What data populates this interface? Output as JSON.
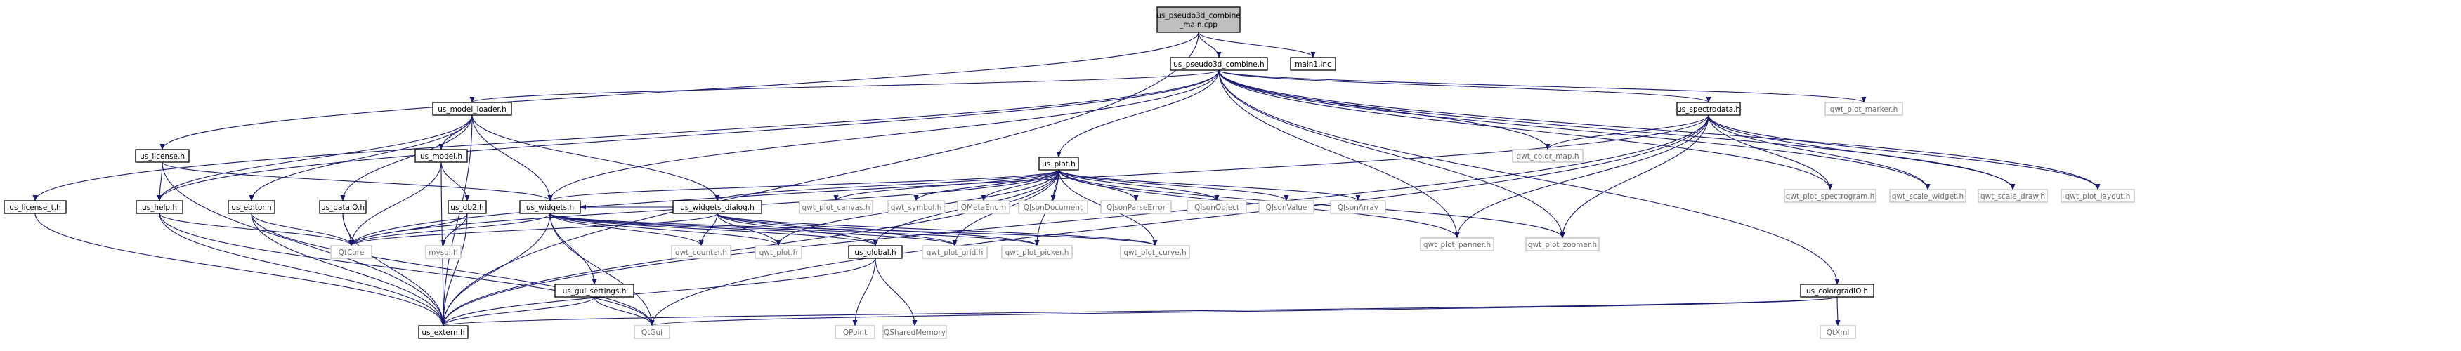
{
  "colors": {
    "edge": "#191970",
    "node_border": "#000000",
    "node_fill": "#ffffff",
    "root_fill": "#bfbfbf",
    "external_border": "#bfbfbf",
    "external_text": "#6b6b6b",
    "text": "#000000"
  },
  "nodes": [
    {
      "id": "root",
      "lines": [
        "us_pseudo3d_combine",
        "_main.cpp"
      ],
      "kind": "root"
    },
    {
      "id": "main1_inc",
      "lines": [
        "main1.inc"
      ],
      "kind": "local"
    },
    {
      "id": "combine_h",
      "lines": [
        "us_pseudo3d_combine.h"
      ],
      "kind": "local"
    },
    {
      "id": "model_loader",
      "lines": [
        "us_model_loader.h"
      ],
      "kind": "local"
    },
    {
      "id": "spectrodata",
      "lines": [
        "us_spectrodata.h"
      ],
      "kind": "local"
    },
    {
      "id": "qwt_plot_marker",
      "lines": [
        "qwt_plot_marker.h"
      ],
      "kind": "external"
    },
    {
      "id": "us_license",
      "lines": [
        "us_license.h"
      ],
      "kind": "local"
    },
    {
      "id": "us_model",
      "lines": [
        "us_model.h"
      ],
      "kind": "local"
    },
    {
      "id": "us_plot",
      "lines": [
        "us_plot.h"
      ],
      "kind": "local"
    },
    {
      "id": "qwt_color_map",
      "lines": [
        "qwt_color_map.h"
      ],
      "kind": "external"
    },
    {
      "id": "qwt_plot_spectrogram",
      "lines": [
        "qwt_plot_spectrogram.h"
      ],
      "kind": "external"
    },
    {
      "id": "qwt_scale_widget",
      "lines": [
        "qwt_scale_widget.h"
      ],
      "kind": "external"
    },
    {
      "id": "qwt_scale_draw",
      "lines": [
        "qwt_scale_draw.h"
      ],
      "kind": "external"
    },
    {
      "id": "qwt_plot_layout",
      "lines": [
        "qwt_plot_layout.h"
      ],
      "kind": "external"
    },
    {
      "id": "us_license_t",
      "lines": [
        "us_license_t.h"
      ],
      "kind": "local"
    },
    {
      "id": "us_help",
      "lines": [
        "us_help.h"
      ],
      "kind": "local"
    },
    {
      "id": "us_editor",
      "lines": [
        "us_editor.h"
      ],
      "kind": "local"
    },
    {
      "id": "us_dataIO",
      "lines": [
        "us_dataIO.h"
      ],
      "kind": "local"
    },
    {
      "id": "us_db2",
      "lines": [
        "us_db2.h"
      ],
      "kind": "local"
    },
    {
      "id": "us_widgets",
      "lines": [
        "us_widgets.h"
      ],
      "kind": "local"
    },
    {
      "id": "us_widgets_dialog",
      "lines": [
        "us_widgets_dialog.h"
      ],
      "kind": "local"
    },
    {
      "id": "qwt_plot_canvas",
      "lines": [
        "qwt_plot_canvas.h"
      ],
      "kind": "external"
    },
    {
      "id": "qwt_symbol",
      "lines": [
        "qwt_symbol.h"
      ],
      "kind": "external"
    },
    {
      "id": "QMetaEnum",
      "lines": [
        "QMetaEnum"
      ],
      "kind": "external"
    },
    {
      "id": "QJsonDocument",
      "lines": [
        "QJsonDocument"
      ],
      "kind": "external"
    },
    {
      "id": "QJsonParseError",
      "lines": [
        "QJsonParseError"
      ],
      "kind": "external"
    },
    {
      "id": "QJsonObject",
      "lines": [
        "QJsonObject"
      ],
      "kind": "external"
    },
    {
      "id": "QJsonValue",
      "lines": [
        "QJsonValue"
      ],
      "kind": "external"
    },
    {
      "id": "QJsonArray",
      "lines": [
        "QJsonArray"
      ],
      "kind": "external"
    },
    {
      "id": "qwt_plot_panner",
      "lines": [
        "qwt_plot_panner.h"
      ],
      "kind": "external"
    },
    {
      "id": "qwt_plot_zoomer",
      "lines": [
        "qwt_plot_zoomer.h"
      ],
      "kind": "external"
    },
    {
      "id": "QtCore",
      "lines": [
        "QtCore"
      ],
      "kind": "external"
    },
    {
      "id": "mysql",
      "lines": [
        "mysql.h"
      ],
      "kind": "external"
    },
    {
      "id": "qwt_counter",
      "lines": [
        "qwt_counter.h"
      ],
      "kind": "external"
    },
    {
      "id": "qwt_plot",
      "lines": [
        "qwt_plot.h"
      ],
      "kind": "external"
    },
    {
      "id": "us_global",
      "lines": [
        "us_global.h"
      ],
      "kind": "local"
    },
    {
      "id": "qwt_plot_grid",
      "lines": [
        "qwt_plot_grid.h"
      ],
      "kind": "external"
    },
    {
      "id": "qwt_plot_picker",
      "lines": [
        "qwt_plot_picker.h"
      ],
      "kind": "external"
    },
    {
      "id": "qwt_plot_curve",
      "lines": [
        "qwt_plot_curve.h"
      ],
      "kind": "external"
    },
    {
      "id": "us_colorgradIO",
      "lines": [
        "us_colorgradIO.h"
      ],
      "kind": "local"
    },
    {
      "id": "us_gui_settings",
      "lines": [
        "us_gui_settings.h"
      ],
      "kind": "local"
    },
    {
      "id": "us_extern",
      "lines": [
        "us_extern.h"
      ],
      "kind": "local"
    },
    {
      "id": "QtGui",
      "lines": [
        "QtGui"
      ],
      "kind": "external"
    },
    {
      "id": "QPoint",
      "lines": [
        "QPoint"
      ],
      "kind": "external"
    },
    {
      "id": "QSharedMemory",
      "lines": [
        "QSharedMemory"
      ],
      "kind": "external"
    },
    {
      "id": "QtXml",
      "lines": [
        "QtXml"
      ],
      "kind": "external"
    }
  ],
  "edges": [
    [
      "root",
      "main1_inc"
    ],
    [
      "root",
      "combine_h"
    ],
    [
      "root",
      "us_license"
    ],
    [
      "root",
      "us_extern"
    ],
    [
      "combine_h",
      "model_loader"
    ],
    [
      "combine_h",
      "spectrodata"
    ],
    [
      "combine_h",
      "qwt_plot_marker"
    ],
    [
      "combine_h",
      "us_plot"
    ],
    [
      "combine_h",
      "us_widgets"
    ],
    [
      "combine_h",
      "us_help"
    ],
    [
      "combine_h",
      "us_license_t"
    ],
    [
      "combine_h",
      "qwt_color_map"
    ],
    [
      "combine_h",
      "qwt_plot_spectrogram"
    ],
    [
      "combine_h",
      "qwt_scale_widget"
    ],
    [
      "combine_h",
      "qwt_scale_draw"
    ],
    [
      "combine_h",
      "qwt_plot_layout"
    ],
    [
      "combine_h",
      "qwt_plot_panner"
    ],
    [
      "combine_h",
      "qwt_plot_zoomer"
    ],
    [
      "combine_h",
      "us_colorgradIO"
    ],
    [
      "model_loader",
      "us_model"
    ],
    [
      "model_loader",
      "us_widgets"
    ],
    [
      "model_loader",
      "us_widgets_dialog"
    ],
    [
      "model_loader",
      "us_help"
    ],
    [
      "model_loader",
      "us_editor"
    ],
    [
      "model_loader",
      "us_dataIO"
    ],
    [
      "model_loader",
      "us_extern"
    ],
    [
      "spectrodata",
      "qwt_color_map"
    ],
    [
      "spectrodata",
      "qwt_plot_spectrogram"
    ],
    [
      "spectrodata",
      "qwt_scale_widget"
    ],
    [
      "spectrodata",
      "qwt_scale_draw"
    ],
    [
      "spectrodata",
      "qwt_plot_layout"
    ],
    [
      "spectrodata",
      "qwt_plot_panner"
    ],
    [
      "spectrodata",
      "qwt_plot_zoomer"
    ],
    [
      "spectrodata",
      "QtCore"
    ],
    [
      "spectrodata",
      "us_extern"
    ],
    [
      "spectrodata",
      "QtGui"
    ],
    [
      "us_license",
      "us_help"
    ],
    [
      "us_license",
      "us_widgets"
    ],
    [
      "us_license",
      "us_extern"
    ],
    [
      "us_license_t",
      "us_extern"
    ],
    [
      "us_model",
      "us_db2"
    ],
    [
      "us_model",
      "QtCore"
    ],
    [
      "us_model",
      "us_extern"
    ],
    [
      "us_plot",
      "us_widgets"
    ],
    [
      "us_plot",
      "us_widgets_dialog"
    ],
    [
      "us_plot",
      "qwt_plot_canvas"
    ],
    [
      "us_plot",
      "qwt_symbol"
    ],
    [
      "us_plot",
      "QMetaEnum"
    ],
    [
      "us_plot",
      "QJsonDocument"
    ],
    [
      "us_plot",
      "QJsonParseError"
    ],
    [
      "us_plot",
      "QJsonObject"
    ],
    [
      "us_plot",
      "QJsonValue"
    ],
    [
      "us_plot",
      "QJsonArray"
    ],
    [
      "us_plot",
      "qwt_plot_panner"
    ],
    [
      "us_plot",
      "qwt_plot_zoomer"
    ],
    [
      "us_plot",
      "qwt_plot_grid"
    ],
    [
      "us_plot",
      "qwt_plot_picker"
    ],
    [
      "us_plot",
      "qwt_plot_curve"
    ],
    [
      "us_plot",
      "qwt_plot"
    ],
    [
      "us_plot",
      "us_global"
    ],
    [
      "us_plot",
      "us_extern"
    ],
    [
      "us_plot",
      "QtCore"
    ],
    [
      "us_help",
      "QtCore"
    ],
    [
      "us_help",
      "us_extern"
    ],
    [
      "us_help",
      "QtGui"
    ],
    [
      "us_editor",
      "QtCore"
    ],
    [
      "us_editor",
      "us_extern"
    ],
    [
      "us_editor",
      "QtGui"
    ],
    [
      "us_dataIO",
      "QtCore"
    ],
    [
      "us_dataIO",
      "us_extern"
    ],
    [
      "us_db2",
      "QtCore"
    ],
    [
      "us_db2",
      "mysql"
    ],
    [
      "us_db2",
      "us_extern"
    ],
    [
      "us_widgets",
      "QtCore"
    ],
    [
      "us_widgets",
      "us_gui_settings"
    ],
    [
      "us_widgets",
      "qwt_counter"
    ],
    [
      "us_widgets",
      "qwt_plot"
    ],
    [
      "us_widgets",
      "us_global"
    ],
    [
      "us_widgets",
      "qwt_plot_grid"
    ],
    [
      "us_widgets",
      "qwt_plot_picker"
    ],
    [
      "us_widgets",
      "qwt_plot_curve"
    ],
    [
      "us_widgets",
      "QtGui"
    ],
    [
      "us_widgets",
      "us_extern"
    ],
    [
      "us_widgets_dialog",
      "us_widgets"
    ],
    [
      "us_widgets_dialog",
      "QtCore"
    ],
    [
      "us_widgets_dialog",
      "qwt_counter"
    ],
    [
      "us_widgets_dialog",
      "qwt_plot"
    ],
    [
      "us_widgets_dialog",
      "us_global"
    ],
    [
      "us_widgets_dialog",
      "qwt_plot_grid"
    ],
    [
      "us_widgets_dialog",
      "qwt_plot_picker"
    ],
    [
      "us_widgets_dialog",
      "qwt_plot_curve"
    ],
    [
      "us_global",
      "QPoint"
    ],
    [
      "us_global",
      "QSharedMemory"
    ],
    [
      "us_global",
      "us_extern"
    ],
    [
      "us_gui_settings",
      "us_extern"
    ],
    [
      "us_gui_settings",
      "QtGui"
    ],
    [
      "us_colorgradIO",
      "us_extern"
    ],
    [
      "us_colorgradIO",
      "QtGui"
    ],
    [
      "us_colorgradIO",
      "QtXml"
    ]
  ]
}
